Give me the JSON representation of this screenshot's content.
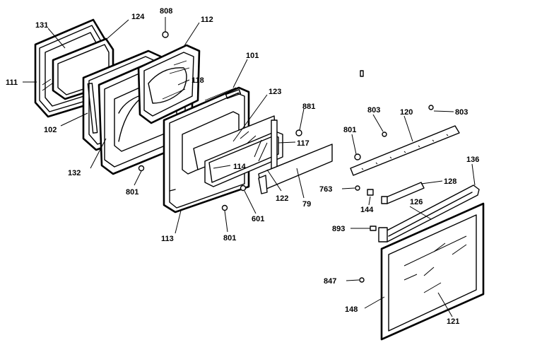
{
  "labels": {
    "l131": "131",
    "l124": "124",
    "l808": "808",
    "l112": "112",
    "l101": "101",
    "l111": "111",
    "l118": "118",
    "l123": "123",
    "l881": "881",
    "l803a": "803",
    "l803b": "803",
    "l120": "120",
    "l102": "102",
    "l801a": "801",
    "l117": "117",
    "l114": "114",
    "l132": "132",
    "l136": "136",
    "l128": "128",
    "l801b": "801",
    "l763": "763",
    "l122": "122",
    "l79": "79",
    "l144": "144",
    "l126": "126",
    "l601": "601",
    "l113": "113",
    "l801c": "801",
    "l893": "893",
    "l847": "847",
    "l148": "148",
    "l121": "121"
  }
}
